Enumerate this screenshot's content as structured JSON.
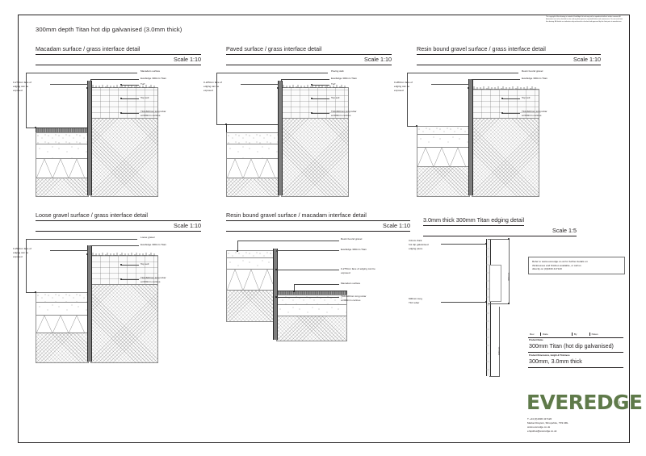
{
  "sheet": {
    "title": "300mm depth Titan hot dip galvanised (3.0mm thick)",
    "copyright": "The copyright of this drawing is vested in EverEdge Ltd and may not be reproduced without written consent. All dimensions are to be checked on site and any discrepancies reported before work commences. Do not scale from this drawing. All details are indicative only and must be checked and approved by the client prior to manufacture."
  },
  "common_labels": {
    "titan": "EverEdge 300mm Titan",
    "turf": "Turf",
    "topsoil": "Top soil",
    "rebar": "T10x600mm long rebar at 600mm centres",
    "rebar_l1": "T10x600mm long rebar",
    "rebar_l2": "at 600mm centres",
    "macadam": "Macadam surface",
    "scale_10": "Scale 1:10",
    "scale_5": "Scale 1:5"
  },
  "panels": [
    {
      "id": "macadam-grass",
      "title": "Macadam surface / grass interface detail",
      "scale": "Scale 1:10",
      "surface_label": "Macadam surface",
      "exposure_l1": "0-275mm face of",
      "exposure_l2": "edging can be",
      "exposure_l3": "exposed"
    },
    {
      "id": "paved-grass",
      "title": "Paved surface / grass interface detail",
      "scale": "Scale 1:10",
      "surface_label": "Paving slab",
      "exposure_l1": "0-225mm face of",
      "exposure_l2": "edging can be",
      "exposure_l3": "exposed"
    },
    {
      "id": "resin-grass",
      "title": "Resin bound gravel surface / grass interface detail",
      "scale": "Scale 1:10",
      "surface_label": "Resin bound gravel",
      "exposure_l1": "0-280mm face of",
      "exposure_l2": "edging can be",
      "exposure_l3": "exposed"
    },
    {
      "id": "loose-gravel-grass",
      "title": "Loose gravel surface / grass interface detail",
      "scale": "Scale 1:10",
      "surface_label": "Loose gravel",
      "exposure_l1": "0-250mm face of",
      "exposure_l2": "edging can be",
      "exposure_l3": "exposed"
    },
    {
      "id": "resin-macadam",
      "title": "Resin bound gravel surface / macadam interface detail",
      "scale": "Scale 1:10",
      "surface_label": "Resin bound gravel",
      "exposure_l1": "0-275mm face of edging can be",
      "exposure_l2": "exposed",
      "macadam_label": "Macadam surface"
    },
    {
      "id": "titan-edging",
      "title": "3.0mm thick 300mm Titan edging detail",
      "scale": "Scale 1:5",
      "edging_l1": "3.0mm thick",
      "edging_l2": "hot dip galvanised",
      "edging_l3": "edging piece",
      "rebar_l1": "600mm long",
      "rebar_l2": "T10 rebar",
      "dim_height": "300mm",
      "dim_rebar": "600mm"
    }
  ],
  "note": {
    "line1": "Refer to www.everedge.co.uk for further details on",
    "line2": "thicknesses and finishes available, or call us",
    "line3": "directly on (0)1630 417120"
  },
  "titleblock": {
    "revision_columns": [
      "Rev",
      "Date",
      "By",
      "Notes"
    ],
    "product_name_caption": "Product Name",
    "product_name": "300mm Titan (hot dip galvanised)",
    "dimensions_caption": "Product Dimensions, Height & Thickness",
    "dimensions": "300mm, 3.0mm thick"
  },
  "brand": {
    "logo": "EVEREDGE",
    "registered": "®",
    "color": "#5f7a4a",
    "phone": "T +44 (0)1630 417120",
    "address": "Market Drayton, Shropshire, TF9 4RL",
    "website": "www.everedge.co.uk",
    "email": "enquiries@everedge.co.uk"
  }
}
